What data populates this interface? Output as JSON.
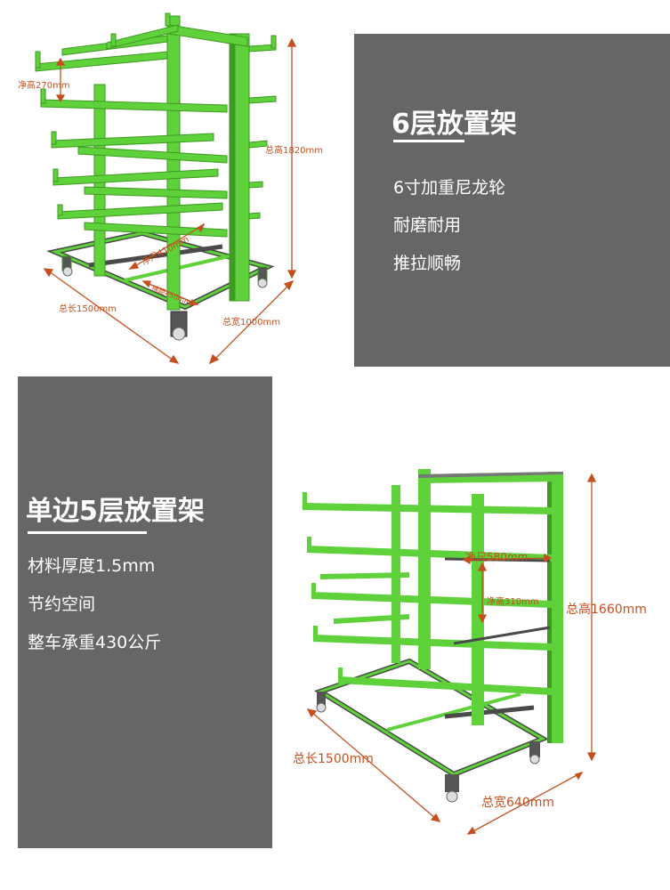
{
  "rack1": {
    "title": "6层放置架",
    "features": [
      "6寸加重尼龙轮",
      "耐磨耐用",
      "推拉顺畅"
    ],
    "dims": {
      "clear_height": "净高270mm",
      "total_height": "总高1820mm",
      "clear_size": "净尺410mm",
      "side_size": "横距450mm",
      "total_length": "总长1500mm",
      "total_width": "总宽1000mm"
    }
  },
  "rack2": {
    "title": "单边5层放置架",
    "features": [
      "材料厚度1.5mm",
      "节约空间",
      "整车承重430公斤"
    ],
    "dims": {
      "clear_size": "净尺580mm",
      "clear_height": "净高310mm",
      "total_height": "总高1660mm",
      "total_length": "总长1500mm",
      "total_width": "总宽640mm"
    }
  },
  "colors": {
    "panel_bg": "#666666",
    "rack_green": "#5fd13a",
    "rack_dark_green": "#3e9a22",
    "dimension_line": "#c4501f"
  }
}
